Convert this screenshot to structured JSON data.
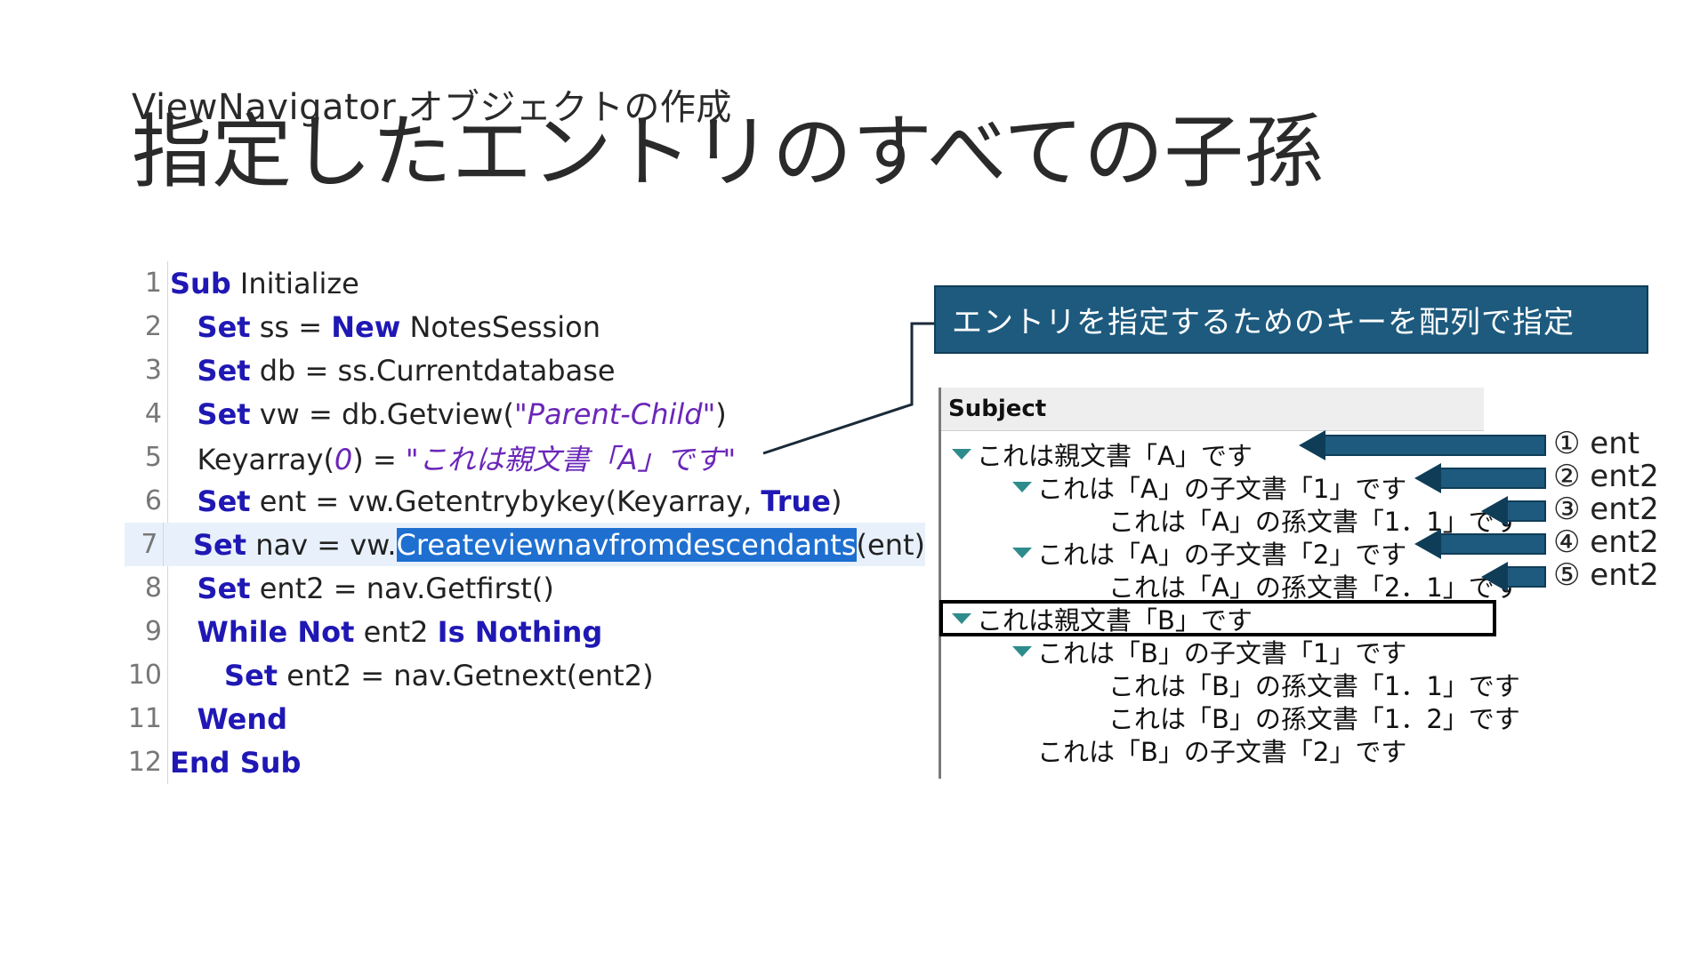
{
  "header": {
    "subtitle": "ViewNavigator オブジェクトの作成",
    "title": "指定したエントリのすべての子孫"
  },
  "code": {
    "lines": [
      {
        "num": "1",
        "parts": [
          {
            "t": "Sub",
            "c": "kw"
          },
          {
            "t": " Initialize",
            "c": ""
          }
        ]
      },
      {
        "num": "2",
        "parts": [
          {
            "t": "   ",
            "c": ""
          },
          {
            "t": "Set",
            "c": "kw"
          },
          {
            "t": " ss = ",
            "c": ""
          },
          {
            "t": "New",
            "c": "kw"
          },
          {
            "t": " NotesSession",
            "c": ""
          }
        ]
      },
      {
        "num": "3",
        "parts": [
          {
            "t": "   ",
            "c": ""
          },
          {
            "t": "Set",
            "c": "kw"
          },
          {
            "t": " db = ss.Currentdatabase",
            "c": ""
          }
        ]
      },
      {
        "num": "4",
        "parts": [
          {
            "t": "   ",
            "c": ""
          },
          {
            "t": "Set",
            "c": "kw"
          },
          {
            "t": " vw = db.Getview(",
            "c": ""
          },
          {
            "t": "\"Parent-Child\"",
            "c": "str"
          },
          {
            "t": ")",
            "c": ""
          }
        ]
      },
      {
        "num": "5",
        "parts": [
          {
            "t": "   Keyarray(",
            "c": ""
          },
          {
            "t": "0",
            "c": "num"
          },
          {
            "t": ") = ",
            "c": ""
          },
          {
            "t": "\"これは親文書「A」です\"",
            "c": "str"
          }
        ]
      },
      {
        "num": "6",
        "parts": [
          {
            "t": "   ",
            "c": ""
          },
          {
            "t": "Set",
            "c": "kw"
          },
          {
            "t": " ent = vw.Getentrybykey(Keyarray, ",
            "c": ""
          },
          {
            "t": "True",
            "c": "kw"
          },
          {
            "t": ")",
            "c": ""
          }
        ]
      },
      {
        "num": "7",
        "current": true,
        "parts": [
          {
            "t": "   ",
            "c": ""
          },
          {
            "t": "Set",
            "c": "kw"
          },
          {
            "t": " nav = vw.",
            "c": ""
          },
          {
            "t": "Createviewnavfromdescendants",
            "c": "sel"
          },
          {
            "t": "(ent)",
            "c": ""
          }
        ]
      },
      {
        "num": "8",
        "parts": [
          {
            "t": "   ",
            "c": ""
          },
          {
            "t": "Set",
            "c": "kw"
          },
          {
            "t": " ent2 = nav.Getfirst()",
            "c": ""
          }
        ]
      },
      {
        "num": "9",
        "parts": [
          {
            "t": "   ",
            "c": ""
          },
          {
            "t": "While Not",
            "c": "kw"
          },
          {
            "t": " ent2 ",
            "c": ""
          },
          {
            "t": "Is Nothing",
            "c": "kw"
          }
        ]
      },
      {
        "num": "10",
        "parts": [
          {
            "t": "      ",
            "c": ""
          },
          {
            "t": "Set",
            "c": "kw"
          },
          {
            "t": " ent2 = nav.Getnext(ent2)",
            "c": ""
          }
        ]
      },
      {
        "num": "11",
        "parts": [
          {
            "t": "   ",
            "c": ""
          },
          {
            "t": "Wend",
            "c": "kw"
          }
        ]
      },
      {
        "num": "12",
        "parts": [
          {
            "t": "End Sub",
            "c": "kw"
          }
        ]
      }
    ]
  },
  "callout": {
    "text": "エントリを指定するためのキーを配列で指定"
  },
  "view": {
    "header": "Subject",
    "rows": [
      {
        "label": "これは親文書「A」です",
        "level": 0,
        "twisty": true
      },
      {
        "label": "これは「A」の子文書「1」です",
        "level": 1,
        "twisty": true
      },
      {
        "label": "これは「A」の孫文書「1．1」です",
        "level": 2,
        "twisty": false
      },
      {
        "label": "これは「A」の子文書「2」です",
        "level": 1,
        "twisty": true
      },
      {
        "label": "これは「A」の孫文書「2．1」です",
        "level": 2,
        "twisty": false
      },
      {
        "label": "これは親文書「B」です",
        "level": 0,
        "twisty": true,
        "selected": true
      },
      {
        "label": "これは「B」の子文書「1」です",
        "level": 1,
        "twisty": true
      },
      {
        "label": "これは「B」の孫文書「1．1」です",
        "level": 2,
        "twisty": false
      },
      {
        "label": "これは「B」の孫文書「1．2」です",
        "level": 2,
        "twisty": false
      },
      {
        "label": "これは「B」の子文書「2」です",
        "level": 1,
        "twisty": false
      }
    ]
  },
  "annotations": [
    {
      "label": "① ent"
    },
    {
      "label": "② ent2"
    },
    {
      "label": "③ ent2"
    },
    {
      "label": "④ ent2"
    },
    {
      "label": "⑤ ent2"
    }
  ],
  "colors": {
    "accent": "#1d5a7e",
    "keyword": "#1f18b4",
    "string": "#6a26b8",
    "selection": "#1e6fd0",
    "twisty": "#2f8c8c"
  }
}
